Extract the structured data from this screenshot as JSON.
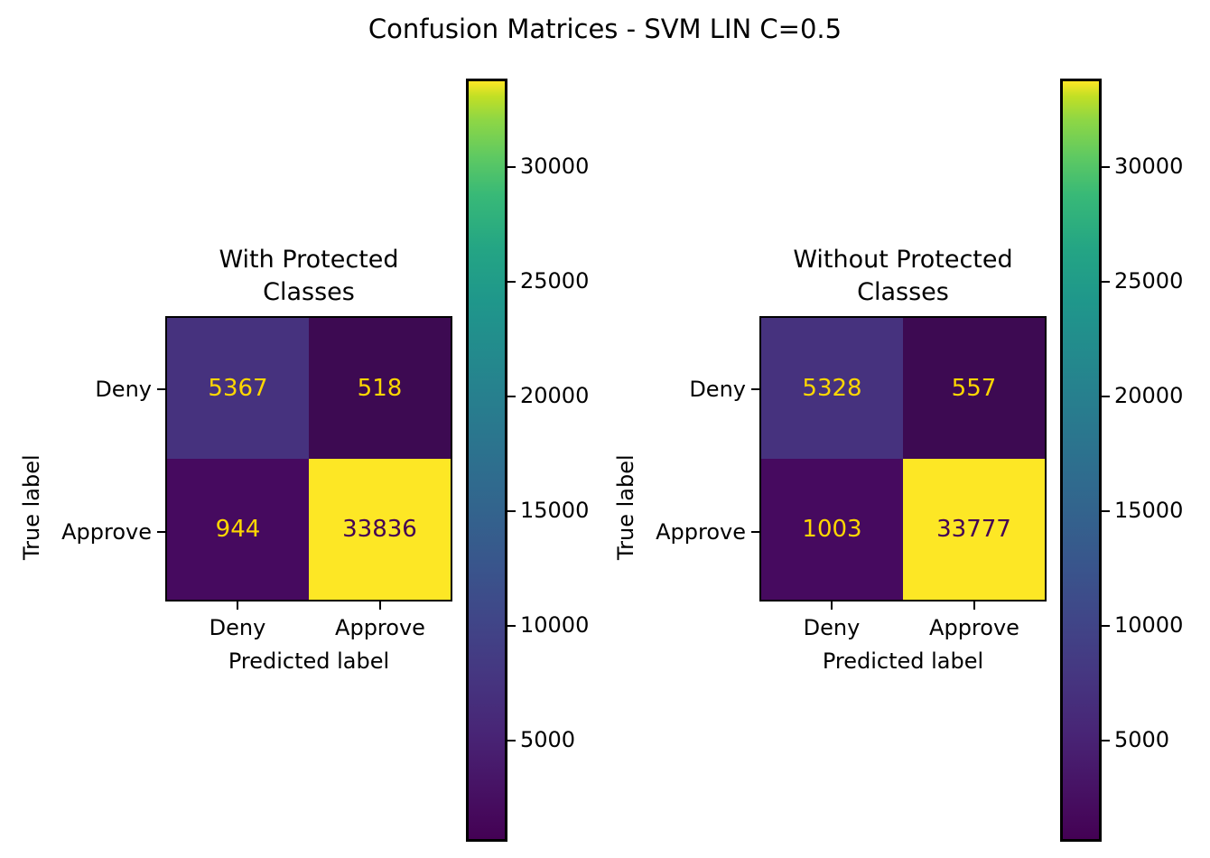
{
  "figure": {
    "title": "Confusion Matrices - SVM LIN C=0.5",
    "background": "#ffffff"
  },
  "chart_data": {
    "type": "heatmap",
    "title": "Confusion Matrices - SVM LIN C=0.5",
    "subplots": [
      {
        "title": "With Protected\nClasses",
        "title_line1": "With Protected",
        "title_line2": "Classes",
        "xlabel": "Predicted label",
        "ylabel": "True label",
        "x_tick_labels": [
          "Deny",
          "Approve"
        ],
        "y_tick_labels": [
          "Deny",
          "Approve"
        ],
        "row_labels": [
          "Deny",
          "Approve"
        ],
        "col_labels": [
          "Deny",
          "Approve"
        ],
        "matrix": [
          [
            5367,
            518
          ],
          [
            944,
            33836
          ]
        ],
        "cells": [
          {
            "row": "Deny",
            "col": "Deny",
            "value": "5367",
            "bg": "#46327e",
            "fg": "#ffd700"
          },
          {
            "row": "Deny",
            "col": "Approve",
            "value": "518",
            "bg": "#3d0a52",
            "fg": "#ffd700"
          },
          {
            "row": "Approve",
            "col": "Deny",
            "value": "944",
            "bg": "#460a5f",
            "fg": "#ffd700"
          },
          {
            "row": "Approve",
            "col": "Approve",
            "value": "33836",
            "bg": "#fde725",
            "fg": "#440154"
          }
        ],
        "colorbar": {
          "ticks": [
            "30000",
            "25000",
            "20000",
            "15000",
            "10000",
            "5000"
          ],
          "tick_values": [
            30000,
            25000,
            20000,
            15000,
            10000,
            5000
          ],
          "vmin": 518,
          "vmax": 33836,
          "colormap": "viridis"
        }
      },
      {
        "title": "Without Protected\nClasses",
        "title_line1": "Without Protected",
        "title_line2": "Classes",
        "xlabel": "Predicted label",
        "ylabel": "True label",
        "x_tick_labels": [
          "Deny",
          "Approve"
        ],
        "y_tick_labels": [
          "Deny",
          "Approve"
        ],
        "row_labels": [
          "Deny",
          "Approve"
        ],
        "col_labels": [
          "Deny",
          "Approve"
        ],
        "matrix": [
          [
            5328,
            557
          ],
          [
            1003,
            33777
          ]
        ],
        "cells": [
          {
            "row": "Deny",
            "col": "Deny",
            "value": "5328",
            "bg": "#46327e",
            "fg": "#ffd700"
          },
          {
            "row": "Deny",
            "col": "Approve",
            "value": "557",
            "bg": "#3d0a52",
            "fg": "#ffd700"
          },
          {
            "row": "Approve",
            "col": "Deny",
            "value": "1003",
            "bg": "#460a5f",
            "fg": "#ffd700"
          },
          {
            "row": "Approve",
            "col": "Approve",
            "value": "33777",
            "bg": "#fde725",
            "fg": "#440154"
          }
        ],
        "colorbar": {
          "ticks": [
            "30000",
            "25000",
            "20000",
            "15000",
            "10000",
            "5000"
          ],
          "tick_values": [
            30000,
            25000,
            20000,
            15000,
            10000,
            5000
          ],
          "vmin": 557,
          "vmax": 33777,
          "colormap": "viridis"
        }
      }
    ]
  }
}
